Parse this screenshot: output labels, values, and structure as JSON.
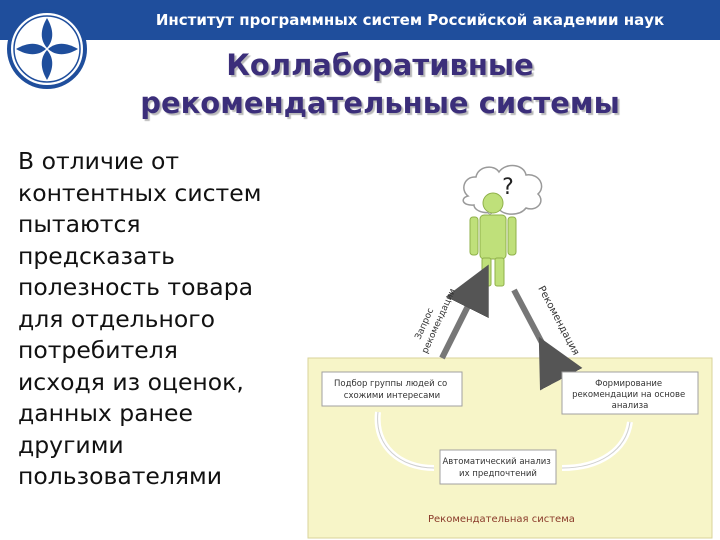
{
  "header": {
    "institute": "Институт программных систем Российской академии наук"
  },
  "slide": {
    "title_line1": "Коллаборативные",
    "title_line2": "рекомендательные системы",
    "body_lines": [
      "В отличие от",
      "контентных систем",
      "пытаются",
      "предсказать",
      "полезность товара",
      "для отдельного",
      "потребителя",
      "исходя из оценок,",
      "данных ранее",
      "другими",
      "пользователями"
    ]
  },
  "diagram": {
    "thought_mark": "?",
    "arrow_left_line1": "Запрос",
    "arrow_left_line2": "рекомендации",
    "arrow_right_line1": "Рекомендация",
    "box_left_line1": "Подбор группы людей со",
    "box_left_line2": "схожими интересами",
    "box_right_line1": "Формирование",
    "box_right_line2": "рекомендации на основе",
    "box_right_line3": "анализа",
    "box_bottom_line1": "Автоматический анализ",
    "box_bottom_line2": "их предпочтений",
    "system_label": "Рекомендательная система"
  },
  "colors": {
    "header_bar": "#1f4e9c",
    "title": "#3b2e7a",
    "person": "#bfe07a",
    "panel": "#f7f5c8",
    "system_label": "#8a3a2a"
  },
  "icons": {
    "logo": "ipsran-logo-icon",
    "person": "person-icon",
    "thought": "thought-cloud-icon"
  }
}
